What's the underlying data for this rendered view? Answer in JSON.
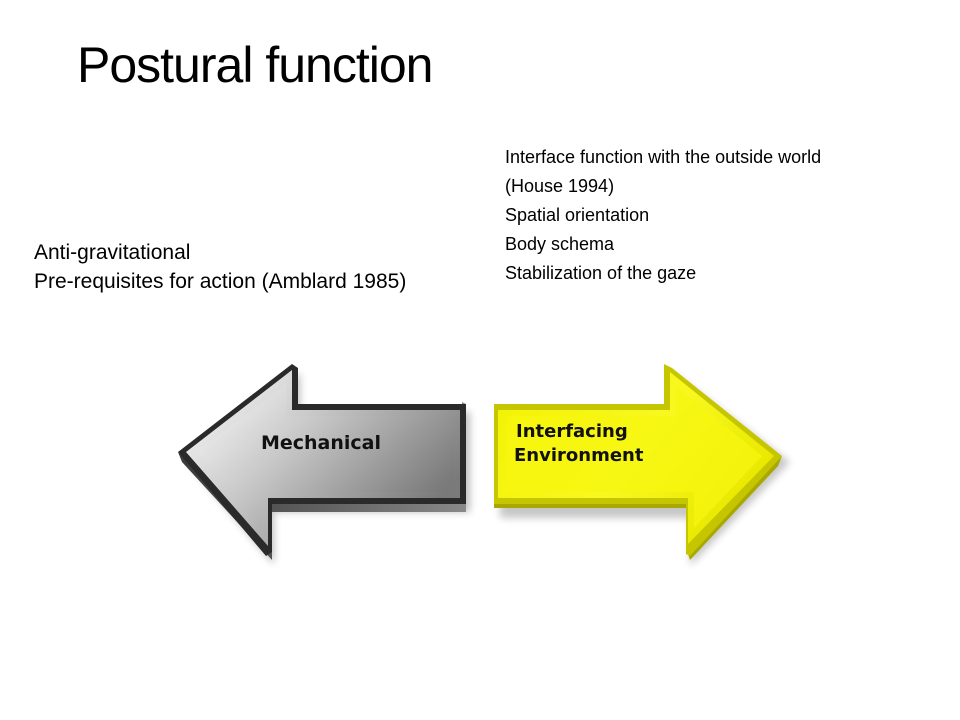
{
  "slide": {
    "title": "Postural function",
    "left_text": [
      "Anti-gravitational",
      "Pre-requisites for action (Amblard 1985)"
    ],
    "right_text": [
      "Interface function with the outside world",
      "(House 1994)",
      "Spatial orientation",
      "Body schema",
      "Stabilization of the gaze"
    ],
    "arrows": {
      "left": {
        "label": "Mechanical",
        "direction": "left",
        "color": "#a0a0a0"
      },
      "right": {
        "label_line1": "Interfacing",
        "label_line2": "Environment",
        "direction": "right",
        "color": "#f0f000"
      }
    }
  }
}
